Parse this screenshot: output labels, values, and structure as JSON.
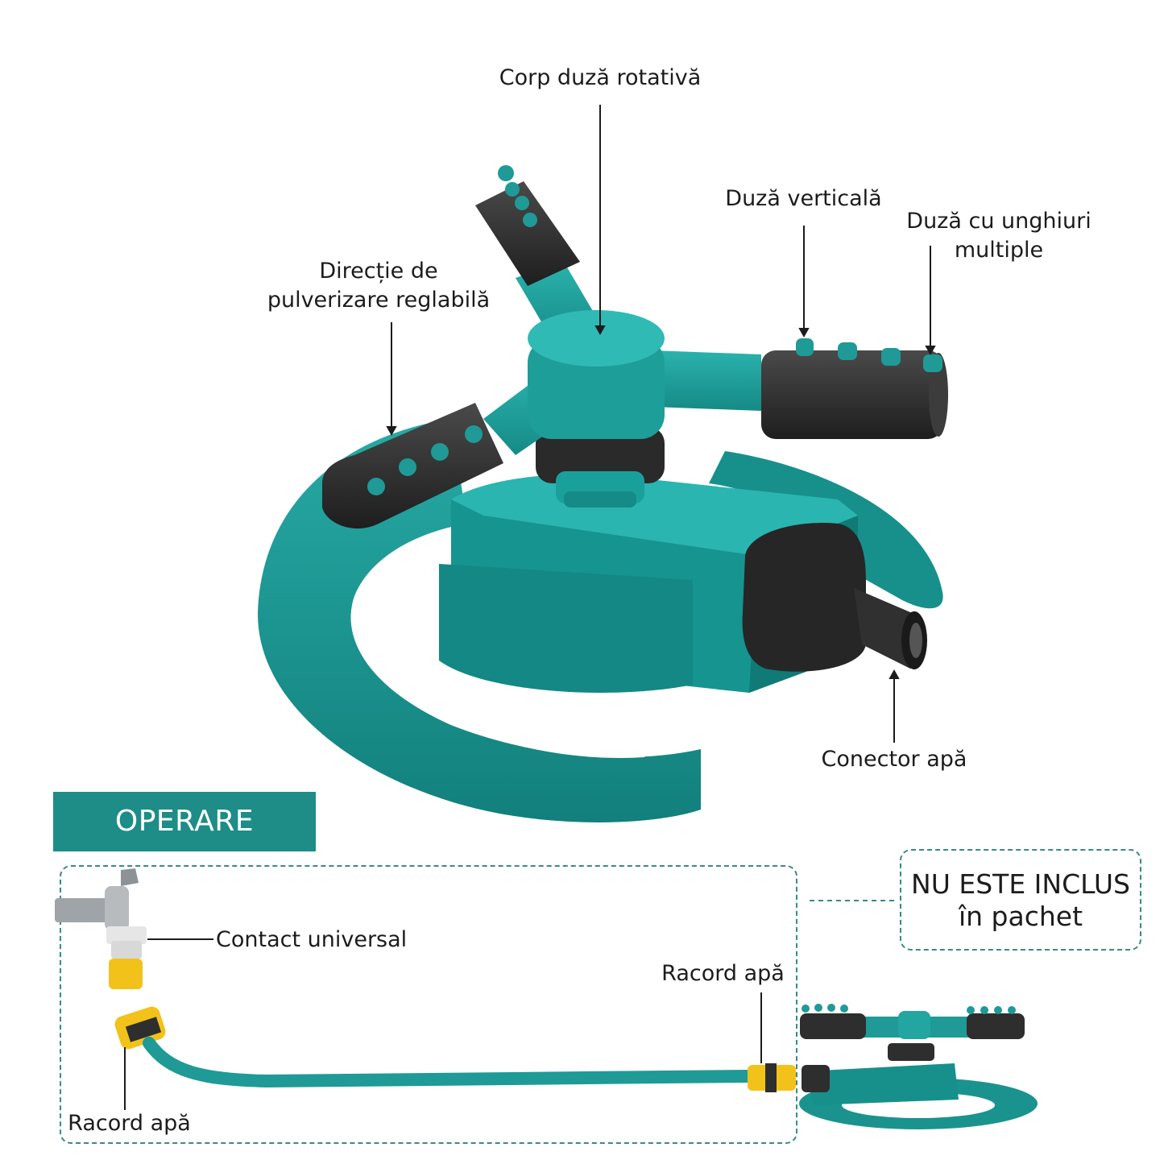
{
  "labels": {
    "rotating_body": "Corp duză rotativă",
    "vertical_nozzle": "Duză verticală",
    "multi_angle_line1": "Duză cu unghiuri",
    "multi_angle_line2": "multiple",
    "adjustable_line1": "Direcție de",
    "adjustable_line2": "pulverizare reglabilă",
    "water_connector": "Conector apă"
  },
  "operation": {
    "banner": "OPERARE",
    "universal_contact": "Contact universal",
    "water_fitting_right": "Racord apă",
    "water_fitting_left": "Racord apă",
    "not_included_line1": "NU ESTE INCLUS",
    "not_included_line2": "în pachet"
  },
  "colors": {
    "teal": "#1f9a96",
    "teal_dark": "#137a76",
    "black_part": "#2e2e2e",
    "banner": "#1e8c87",
    "yellow": "#f2c21b"
  }
}
